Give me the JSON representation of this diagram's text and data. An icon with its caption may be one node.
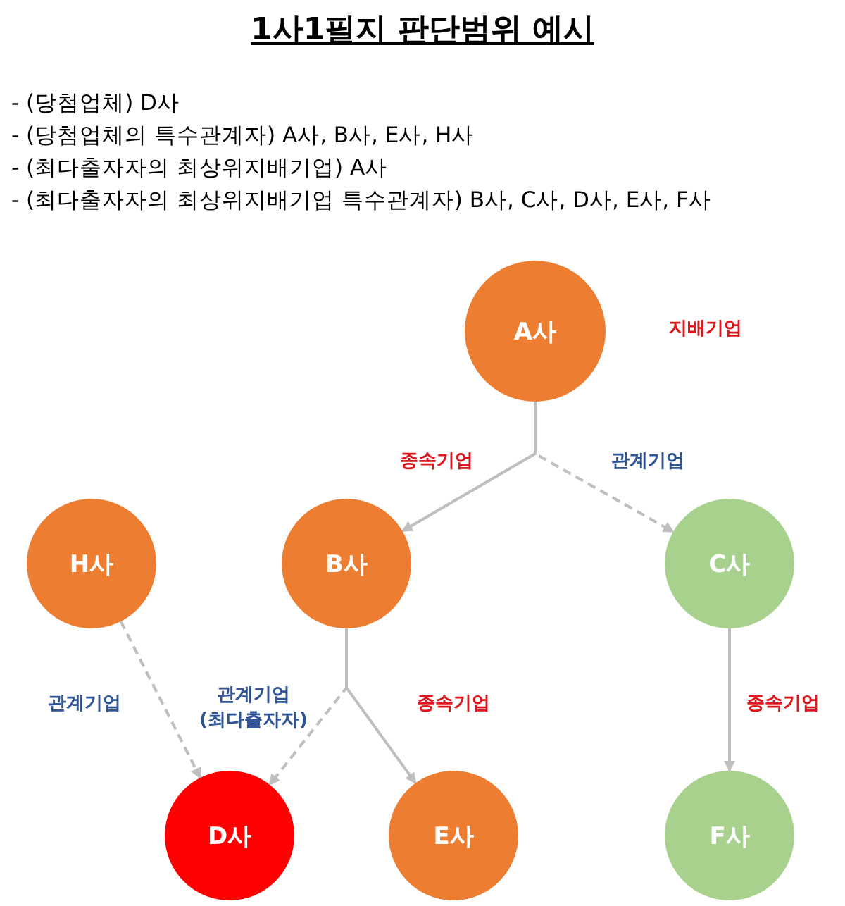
{
  "diagram": {
    "title": "1사1필지 판단범위 예시",
    "nodes": [
      {
        "text": [
          "A사"
        ],
        "beside": [
          "지배기업"
        ]
      },
      {
        "text": [
          "H사"
        ]
      },
      {
        "text": [
          "B사"
        ]
      },
      {
        "text": [
          "C사"
        ]
      },
      {
        "text": [
          "D사"
        ]
      },
      {
        "text": [
          "E사"
        ]
      },
      {
        "text": [
          "F사"
        ]
      }
    ],
    "edges": [
      {
        "from": 0,
        "to": 2,
        "arrow": "to",
        "label": "종속기업"
      },
      {
        "from": 0,
        "to": 3,
        "arrow": "to",
        "label": "관계기업",
        "style": "dashed"
      },
      {
        "from": 1,
        "to": 4,
        "arrow": "to",
        "label": "관계기업",
        "style": "dashed"
      },
      {
        "from": 2,
        "to": 4,
        "arrow": "to",
        "label": "관계기업 (최다출자자)",
        "style": "dashed"
      },
      {
        "from": 2,
        "to": 5,
        "arrow": "to",
        "label": "종속기업"
      },
      {
        "from": 3,
        "to": 6,
        "arrow": "to",
        "label": "종속기업"
      }
    ],
    "labels": [
      "- (당첨업체) D사",
      "- (당첨업체의 특수관계자) A사, B사, E사, H사",
      "- (최다출자자의 최상위지배기업) A사",
      "- (최다출자자의 최상위지배기업 특수관계자) B사, C사, D사, E사, F사"
    ]
  }
}
